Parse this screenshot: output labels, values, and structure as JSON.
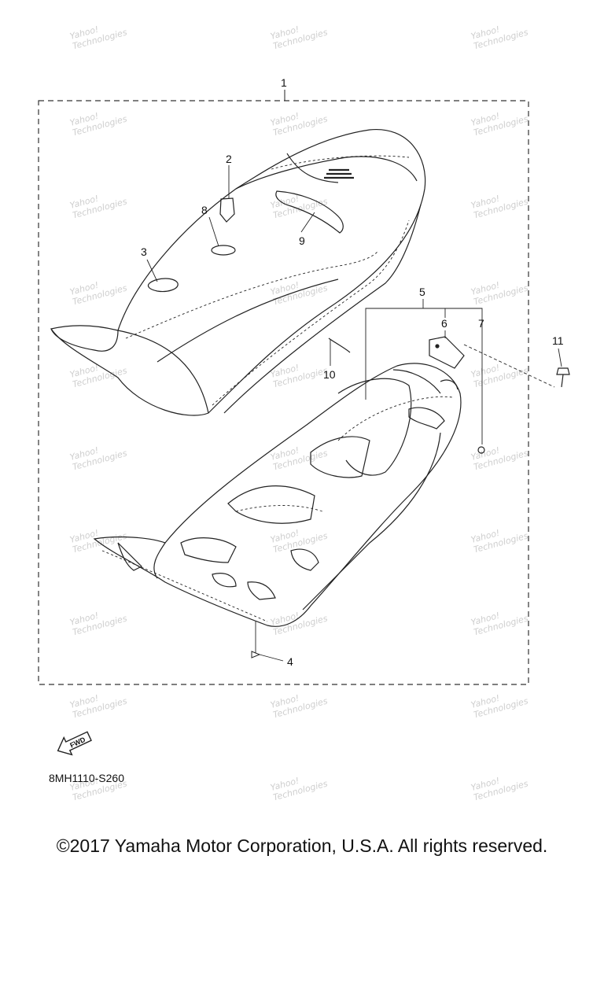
{
  "callouts": {
    "c1": "1",
    "c2": "2",
    "c3": "3",
    "c4": "4",
    "c5": "5",
    "c6": "6",
    "c7": "7",
    "c8": "8",
    "c9": "9",
    "c10": "10",
    "c11": "11"
  },
  "fwd_label": "FWD",
  "diagram_code": "8MH1110-S260",
  "copyright": "©2017 Yamaha Motor Corporation, U.S.A. All rights reserved.",
  "watermark": {
    "line1": "Yahoo!",
    "line2": "Technologies"
  },
  "colors": {
    "line": "#222222",
    "watermark": "#c9c9c9",
    "background": "#ffffff"
  }
}
